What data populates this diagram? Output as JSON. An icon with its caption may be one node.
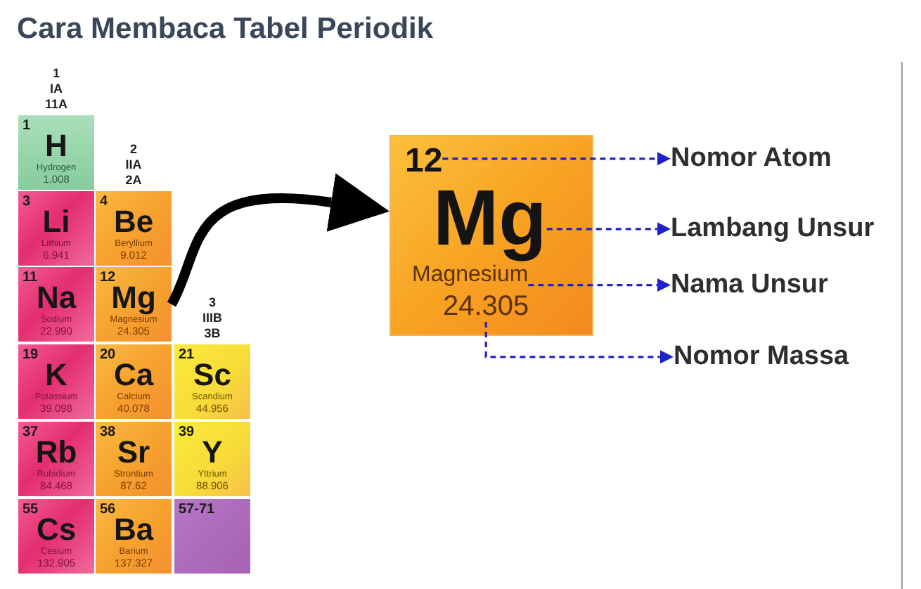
{
  "diagram": {
    "title": "Cara Membaca Tabel Periodik",
    "nodes": [
      {
        "text": [
          "1",
          "H",
          "Hydrogen",
          "1.008"
        ],
        "beside": [
          "1",
          "IA",
          "11A"
        ]
      },
      {
        "text": [
          "3",
          "Li",
          "Lithium",
          "6.941"
        ]
      },
      {
        "text": [
          "4",
          "Be",
          "Beryllium",
          "9.012"
        ],
        "beside": [
          "2",
          "IIA",
          "2A"
        ]
      },
      {
        "text": [
          "11",
          "Na",
          "Sodium",
          "22.990"
        ]
      },
      {
        "text": [
          "12",
          "Mg",
          "Magnesium",
          "24.305"
        ]
      },
      {
        "text": [
          "19",
          "K",
          "Potassium",
          "39.098"
        ]
      },
      {
        "text": [
          "20",
          "Ca",
          "Calcium",
          "40.078"
        ]
      },
      {
        "text": [
          "21",
          "Sc",
          "Scandium",
          "44.956"
        ],
        "beside": [
          "3",
          "IIIB",
          "3B"
        ]
      },
      {
        "text": [
          "37",
          "Rb",
          "Rubidium",
          "84.468"
        ]
      },
      {
        "text": [
          "38",
          "Sr",
          "Strontium",
          "87.62"
        ]
      },
      {
        "text": [
          "39",
          "Y",
          "Yttrium",
          "88.906"
        ]
      },
      {
        "text": [
          "55",
          "Cs",
          "Cesium",
          "132.905"
        ]
      },
      {
        "text": [
          "56",
          "Ba",
          "Barium",
          "137.327"
        ]
      },
      {
        "text": [
          "57-71"
        ]
      },
      {
        "text": [],
        "shape": "box"
      },
      {
        "text": [
          "12"
        ],
        "in": 14
      },
      {
        "text": [
          "Mg"
        ],
        "in": 14
      },
      {
        "text": [
          "Magnesium"
        ],
        "in": 14
      },
      {
        "text": [
          "24.305"
        ],
        "in": 14
      },
      {
        "text": [
          "Nomor Atom"
        ]
      },
      {
        "text": [
          "Lambang Unsur"
        ]
      },
      {
        "text": [
          "Nama Unsur"
        ]
      },
      {
        "text": [
          "Nomor Massa"
        ]
      }
    ],
    "edges": [
      {
        "from": 4,
        "to": 14,
        "arrow": "to",
        "style": "thick",
        "color": "#000000"
      },
      {
        "from": 15,
        "to": 19,
        "arrow": "to",
        "style": "dashed"
      },
      {
        "from": 16,
        "to": 20,
        "arrow": "to",
        "style": "dashed"
      },
      {
        "from": 17,
        "to": 21,
        "arrow": "to",
        "style": "dashed"
      },
      {
        "from": 18,
        "to": 22,
        "arrow": "to",
        "style": "dashed"
      }
    ]
  }
}
